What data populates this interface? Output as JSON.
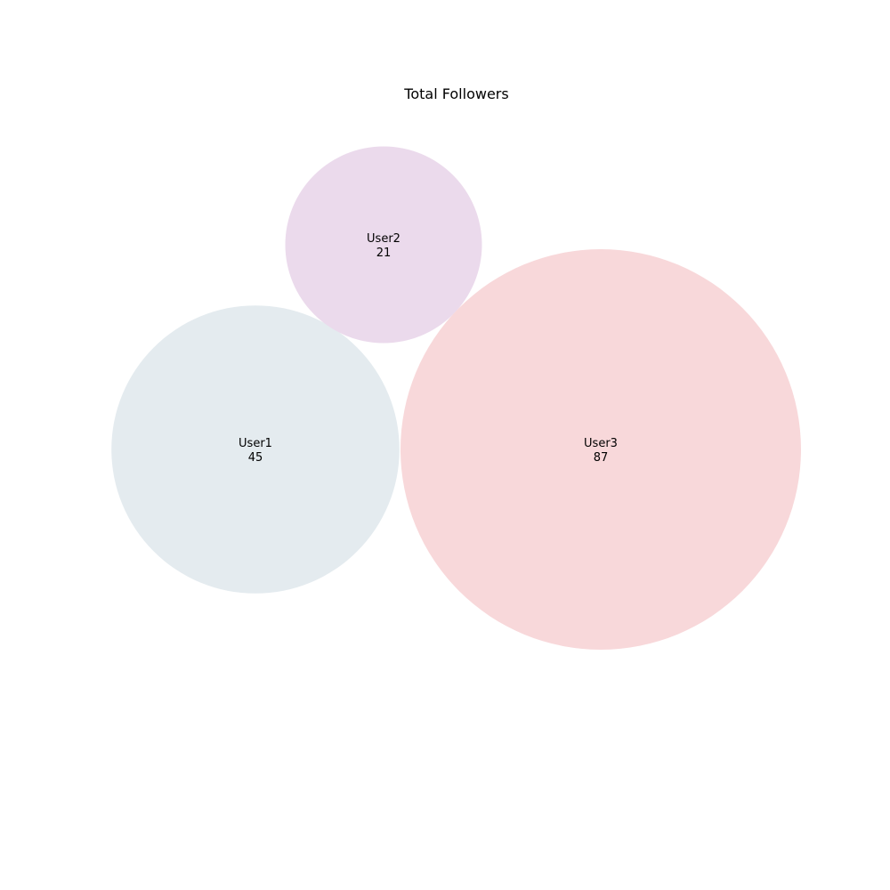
{
  "chart_data": {
    "type": "bubble",
    "title": "Total Followers",
    "items": [
      {
        "label": "User1",
        "value": 45,
        "color": "#e4ebef"
      },
      {
        "label": "User2",
        "value": 21,
        "color": "#ebdaec"
      },
      {
        "label": "User3",
        "value": 87,
        "color": "#f8d8da"
      }
    ]
  }
}
